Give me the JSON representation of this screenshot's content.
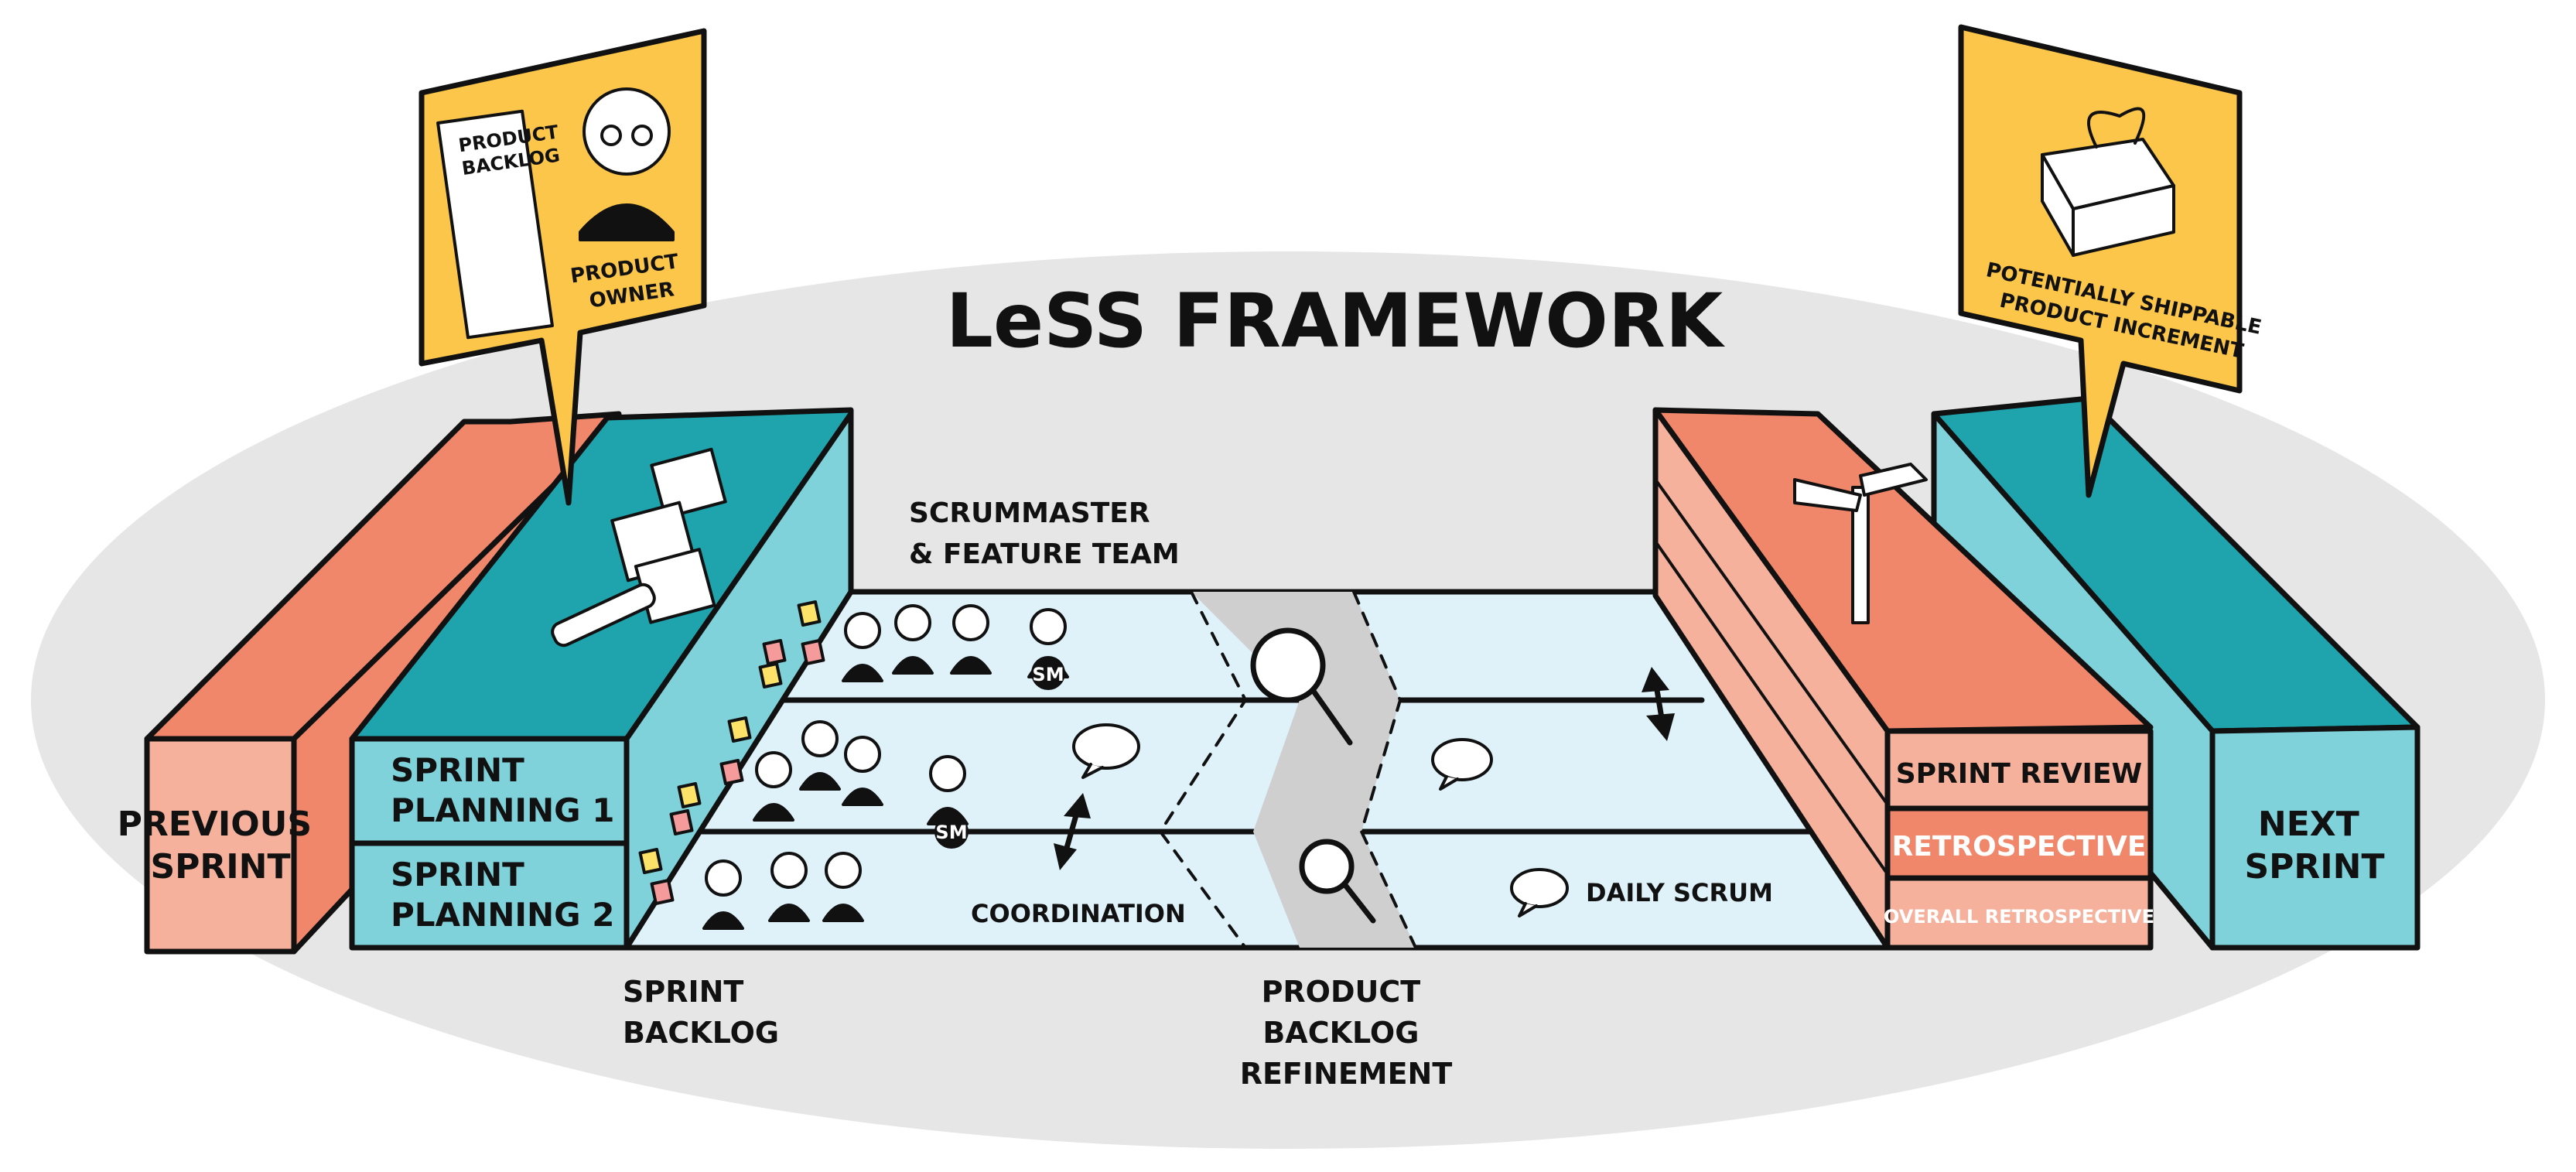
{
  "title": "LeSS FRAMEWORK",
  "labels": {
    "previous_sprint": [
      "PREVIOUS",
      "SPRINT"
    ],
    "next_sprint": [
      "NEXT",
      "SPRINT"
    ],
    "sprint_planning_1": [
      "SPRINT",
      "PLANNING 1"
    ],
    "sprint_planning_2": [
      "SPRINT",
      "PLANNING 2"
    ],
    "scrummaster_team": [
      "SCRUMMASTER",
      "& FEATURE TEAM"
    ],
    "sprint_backlog": [
      "SPRINT",
      "BACKLOG"
    ],
    "product_backlog_refinement": [
      "PRODUCT",
      "BACKLOG",
      "REFINEMENT"
    ],
    "coordination": "COORDINATION",
    "daily_scrum": "DAILY SCRUM",
    "sprint_review": "SPRINT REVIEW",
    "retrospective": "RETROSPECTIVE",
    "overall_retrospective": "OVERALL RETROSPECTIVE",
    "product_backlog_sign": [
      "PRODUCT",
      "BACKLOG"
    ],
    "product_owner": [
      "PRODUCT",
      "OWNER"
    ],
    "shippable_increment": [
      "POTENTIALLY SHIPPABLE",
      "PRODUCT INCREMENT"
    ],
    "sm_badge": "SM"
  },
  "colors": {
    "ellipse": "#e6e6e6",
    "salmon": "#f0876a",
    "salmon_light": "#f6b19c",
    "teal_dark": "#1fa3ac",
    "teal_light": "#7fd1da",
    "lane": "#dff2fa",
    "gray_zone": "#cfcfcf",
    "sign_yellow": "#fbc64a",
    "sticky_yellow": "#fde26a",
    "sticky_pink": "#f59b9b",
    "ink": "#111111"
  }
}
